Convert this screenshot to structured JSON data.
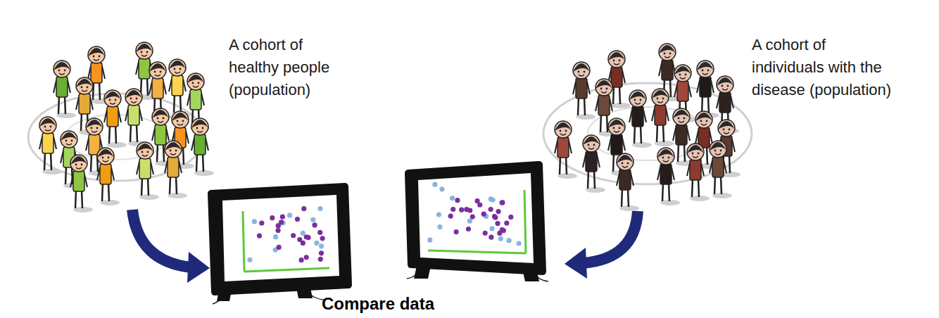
{
  "diagram": {
    "labels": [
      "A cohort of healthy people (population)",
      "A cohort of individuals with the disease (population)",
      "Compare data"
    ]
  }
}
